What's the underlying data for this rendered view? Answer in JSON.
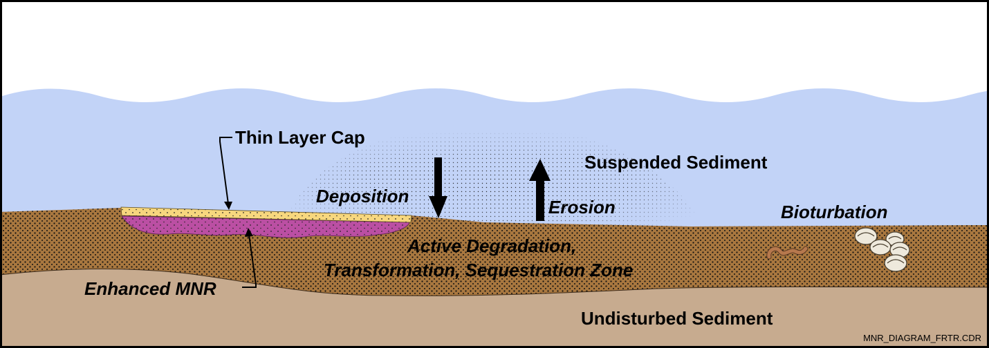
{
  "labels": {
    "thin_layer_cap": "Thin Layer Cap",
    "suspended_sediment": "Suspended Sediment",
    "deposition": "Deposition",
    "erosion": "Erosion",
    "bioturbation": "Bioturbation",
    "active_zone_line1": "Active Degradation,",
    "active_zone_line2": "Transformation, Sequestration Zone",
    "enhanced_mnr": "Enhanced MNR",
    "undisturbed_sediment": "Undisturbed Sediment",
    "file_id": "MNR_DIAGRAM_FRTR.CDR"
  },
  "colors": {
    "water": "#c2d3f7",
    "active_sediment": "#a8773f",
    "undisturbed_sediment": "#c7ab8f",
    "thin_cap": "#f7d77e",
    "enhanced_mnr": "#bb4fa3",
    "stipple": "#111111",
    "shell": "#eee9dc",
    "worm": "#b6784d"
  },
  "icons": [
    "deposition-arrow-icon",
    "erosion-arrow-icon",
    "worm-icon",
    "clam-shell-icon"
  ]
}
